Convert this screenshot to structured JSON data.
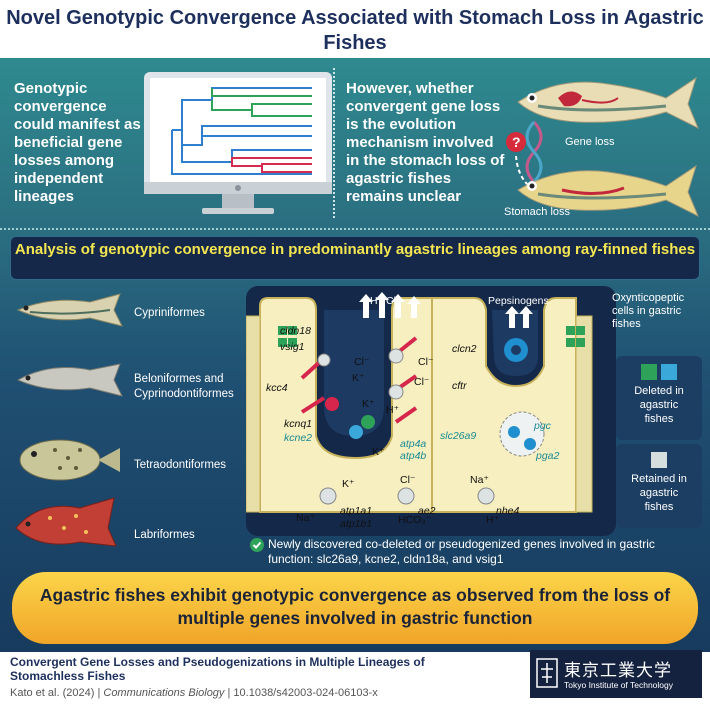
{
  "title": "Novel Genotypic Convergence Associated with Stomach Loss in Agastric Fishes",
  "top": {
    "left_text": "Genotypic convergence could manifest as beneficial gene losses among independent lineages",
    "right_text": "However, whether convergent gene loss is the evolution mechanism involved in the stomach loss of agastric fishes remains unclear",
    "gene_loss_label": "Gene loss",
    "stomach_loss_label": "Stomach loss",
    "question_mark": "?"
  },
  "banner": "Analysis of genotypic convergence in predominantly agastric lineages among ray-finned fishes",
  "fish_groups": [
    {
      "label": "Cypriniformes"
    },
    {
      "label": "Beloniformes and Cyprinodontiformes"
    },
    {
      "label": "Tetraodontiformes"
    },
    {
      "label": "Labriformes"
    }
  ],
  "cell_diagram": {
    "h_cl_top": "H⁺ Cl⁻",
    "pepsinogens": "Pepsinogens",
    "oxynticopeptic": "Oxynticopeptic cells in gastric fishes",
    "genes": {
      "cldn18": "cldn18",
      "vsig1": "vsig1",
      "kcc4": "kcc4",
      "kcnq1": "kcnq1",
      "kcne2": "kcne2",
      "clcn2": "clcn2",
      "cftr": "cftr",
      "slc26a9": "slc26a9",
      "atp4a": "atp4a",
      "atp4b": "atp4b",
      "pgc": "pgc",
      "pga2": "pga2",
      "atp1a1": "atp1a1",
      "atp1b1": "atp1b1",
      "ae2": "ae2",
      "nhe4": "nhe4"
    },
    "ions": {
      "cl1": "Cl⁻",
      "k1": "K⁺",
      "cl2": "Cl⁻",
      "k2": "K⁺",
      "h1": "H⁺",
      "cl3": "Cl⁻",
      "k3": "K⁺",
      "k_basal": "K⁺",
      "na_basal": "Na⁺",
      "cl_basal": "Cl⁻",
      "hco3": "HCO₃⁻",
      "na_right": "Na⁺",
      "h_right": "H⁺"
    }
  },
  "legend": {
    "deleted": "Deleted in agastric fishes",
    "retained": "Retained in agastric fishes",
    "deleted_colors": [
      "#2fa25a",
      "#3aa8d8"
    ],
    "retained_color": "#d6dede"
  },
  "finding": "Newly discovered co-deleted or pseudogenized genes involved in gastric function: slc26a9, kcne2, cldn18a, and vsig1",
  "conclusion": "Agastric fishes exhibit genotypic convergence as observed from the loss of multiple genes involved in gastric function",
  "footer": {
    "paper_title": "Convergent Gene Losses and Pseudogenizations in Multiple Lineages of Stomachless Fishes",
    "authors": "Kato et al. (2024)",
    "journal": "Communications Biology",
    "doi": "10.1038/s42003-024-06103-x",
    "logo_text": "東京工業大学",
    "logo_sub": "Tokyo Institute of Technology"
  },
  "colors": {
    "title": "#1d2f5c",
    "banner_text": "#f4e650",
    "cell_fill": "#f7efbf",
    "arrow_red": "#d6264c"
  }
}
